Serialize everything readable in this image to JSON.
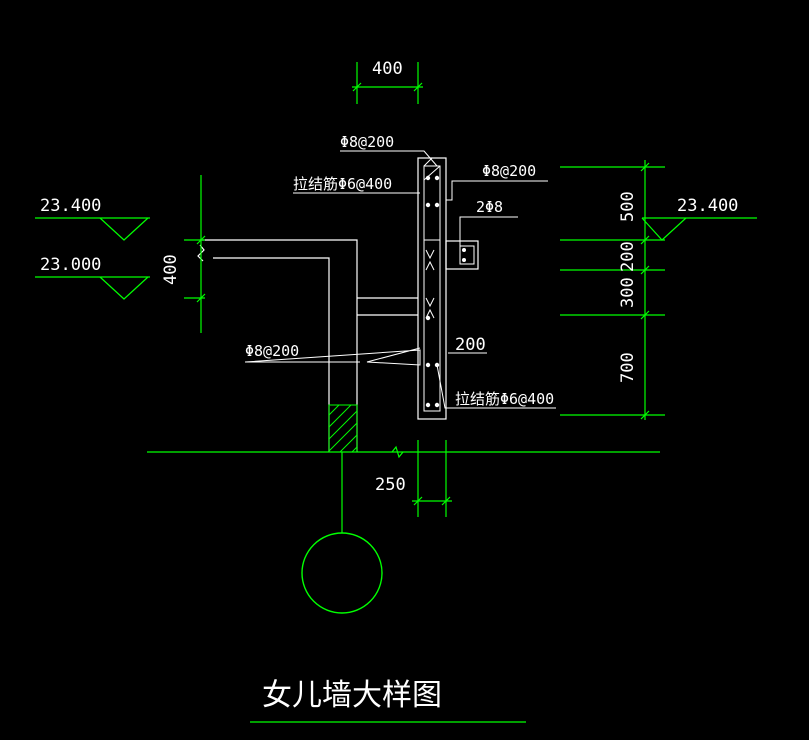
{
  "drawing": {
    "title": "女儿墙大样图",
    "colors": {
      "background": "#000000",
      "dimension": "#00ff00",
      "outline": "#ffffff",
      "hatch": "#00ff00",
      "text": "#ffffff"
    },
    "elevations": {
      "left_upper": "23.400",
      "left_lower": "23.000",
      "right": "23.400"
    },
    "dimensions": {
      "top_width": "400",
      "left_height": "400",
      "bottom_width": "250",
      "right_stack": [
        "500",
        "200",
        "300",
        "700"
      ],
      "beam_offset": "200"
    },
    "rebar_labels": {
      "top_main": "Φ8@200",
      "top_tie": "拉结筋Φ6@400",
      "right_main": "Φ8@200",
      "ledge_bars": "2Φ8",
      "slab_bars": "Φ8@200",
      "bottom_tie": "拉结筋Φ6@400"
    }
  }
}
